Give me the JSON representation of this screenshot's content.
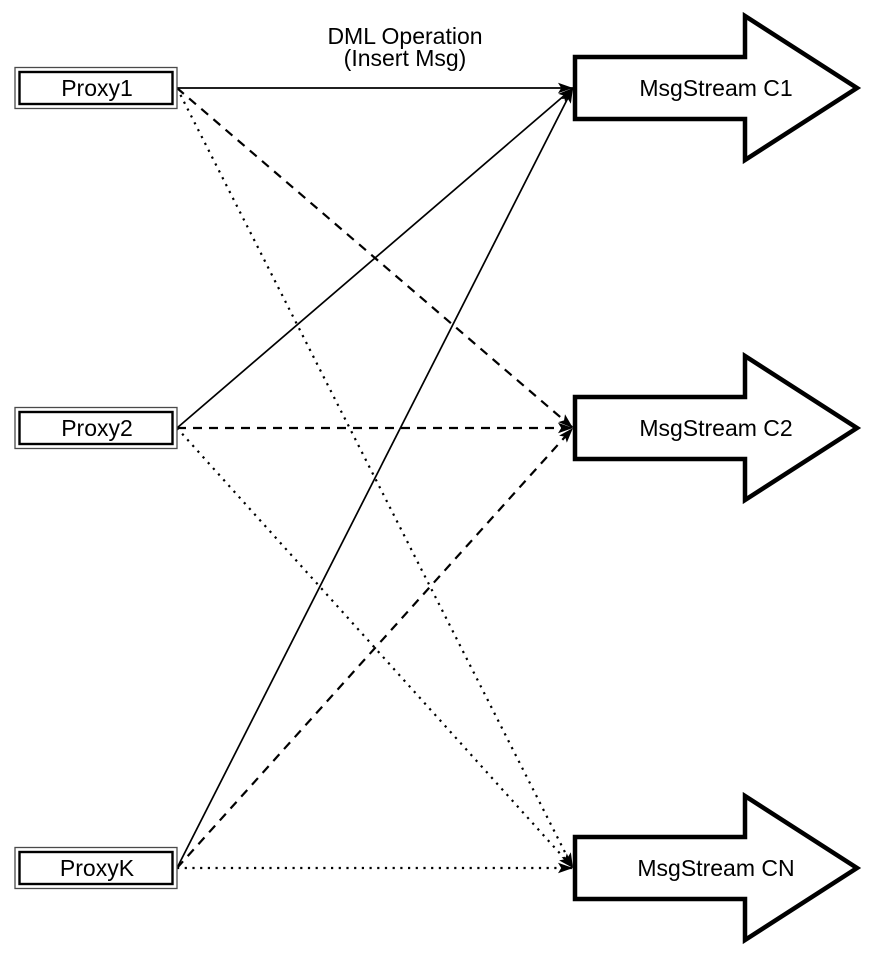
{
  "diagram": {
    "title": {
      "line1": "DML Operation",
      "line2": "(Insert Msg)"
    },
    "proxies": [
      {
        "id": "proxy1",
        "label": "Proxy1"
      },
      {
        "id": "proxy2",
        "label": "Proxy2"
      },
      {
        "id": "proxyk",
        "label": "ProxyK"
      }
    ],
    "streams": [
      {
        "id": "c1",
        "label": "MsgStream C1"
      },
      {
        "id": "c2",
        "label": "MsgStream C2"
      },
      {
        "id": "cn",
        "label": "MsgStream CN"
      }
    ],
    "edges": [
      {
        "from": "proxy1",
        "to": "c1",
        "style": "solid"
      },
      {
        "from": "proxy1",
        "to": "c2",
        "style": "dashed"
      },
      {
        "from": "proxy1",
        "to": "cn",
        "style": "dotted"
      },
      {
        "from": "proxy2",
        "to": "c1",
        "style": "solid"
      },
      {
        "from": "proxy2",
        "to": "c2",
        "style": "dashed"
      },
      {
        "from": "proxy2",
        "to": "cn",
        "style": "dotted"
      },
      {
        "from": "proxyk",
        "to": "c1",
        "style": "solid"
      },
      {
        "from": "proxyk",
        "to": "c2",
        "style": "dashed"
      },
      {
        "from": "proxyk",
        "to": "cn",
        "style": "dotted"
      }
    ],
    "colors": {
      "stroke": "#000000",
      "fill": "#ffffff"
    }
  }
}
